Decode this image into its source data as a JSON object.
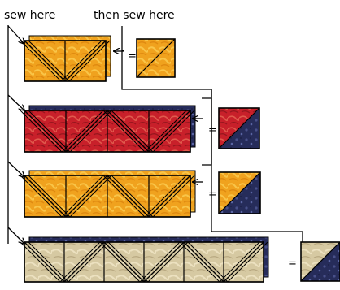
{
  "labels": {
    "sew_here": "sew here",
    "then_sew_here": "then sew here",
    "equals": "="
  },
  "rows": [
    {
      "fabric": "orange",
      "squares": 2,
      "edge_band": false,
      "result": "orange"
    },
    {
      "fabric": "red",
      "squares": 4,
      "edge_band": true,
      "result": "red-navy"
    },
    {
      "fabric": "orange",
      "squares": 4,
      "edge_band": false,
      "result": "orange-navy"
    },
    {
      "fabric": "tan",
      "squares": 6,
      "edge_band": true,
      "result": "tan-navy"
    }
  ],
  "colors": {
    "orange": "#f0a21e",
    "orange_light": "#f9c548",
    "red": "#c8202a",
    "red_light": "#e05a4c",
    "navy": "#262c5a",
    "navy_light": "#48508a",
    "tan": "#d6c9a2",
    "tan_light": "#ece1c0",
    "outline": "#000000"
  }
}
